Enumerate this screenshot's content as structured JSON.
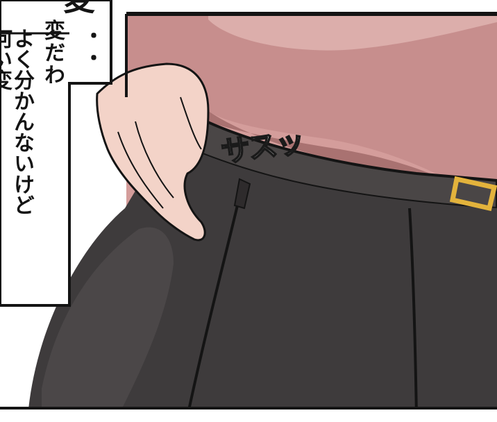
{
  "bubble": {
    "top_char": "変",
    "top_dots": "・・",
    "col_1": "変だわ",
    "col_2": "よく分かんないけど",
    "col_3": "何い変"
  },
  "sfx": {
    "text": "サスッ"
  },
  "colors": {
    "shirt": "#c88f8f",
    "pants": "#3e3b3c",
    "skin": "#f3d3c8",
    "buckle": "#e3b33c",
    "ink": "#141414"
  }
}
